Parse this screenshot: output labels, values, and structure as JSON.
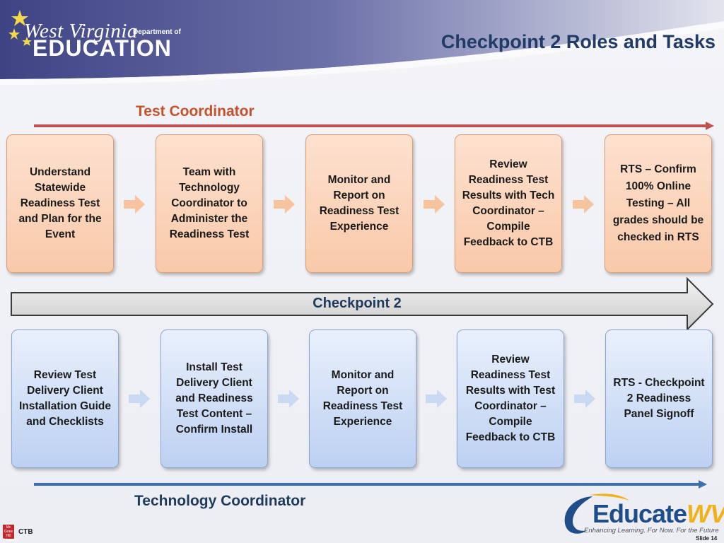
{
  "header": {
    "logo_line1": "West Virginia",
    "logo_dept": "Department of",
    "logo_line2": "EDUCATION",
    "title": "Checkpoint 2 Roles and Tasks"
  },
  "roles": {
    "top": "Test Coordinator",
    "bottom": "Technology Coordinator"
  },
  "top_tasks": [
    "Understand Statewide Readiness Test and Plan for the Event",
    "Team with Technology Coordinator to Administer the Readiness Test",
    "Monitor and Report on Readiness Test Experience",
    "Review Readiness Test Results with Tech Coordinator – Compile Feedback to CTB",
    "RTS – Confirm 100% Online Testing – All grades should be checked in RTS"
  ],
  "checkpoint_label": "Checkpoint 2",
  "bottom_tasks": [
    "Review Test Delivery Client Installation Guide and Checklists",
    "Install Test Delivery Client and Readiness Test Content – Confirm Install",
    "Monitor and Report on Readiness Test Experience",
    "Review Readiness Test Results with Test Coordinator – Compile Feedback to CTB",
    "RTS - Checkpoint 2 Readiness Panel Signoff"
  ],
  "footer": {
    "brand_part1": "Educate",
    "brand_part2": "WV",
    "tagline": "Enhancing Learning. For Now. For the Future",
    "slide_number": "Slide 14",
    "publisher": "CTB",
    "publisher_mark": "Mc Graw Hill Education"
  },
  "colors": {
    "banner": "#4a4f8c",
    "title": "#1f3b66",
    "top_role": "#c8502a",
    "orange_box": "#f9c9a9",
    "blue_box": "#bcd0f1",
    "top_line": "#c0504d",
    "bottom_line": "#3a6fb0"
  }
}
